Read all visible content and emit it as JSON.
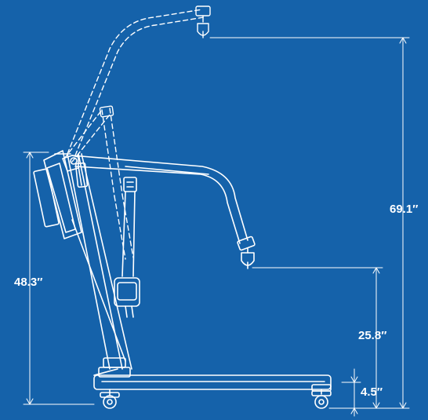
{
  "diagram": {
    "background_color": "#1562aa",
    "line_color": "#ffffff",
    "dimensions": {
      "height_48": "48.3″",
      "height_69": "69.1″",
      "height_25": "25.8″",
      "height_4": "4.5″"
    }
  }
}
